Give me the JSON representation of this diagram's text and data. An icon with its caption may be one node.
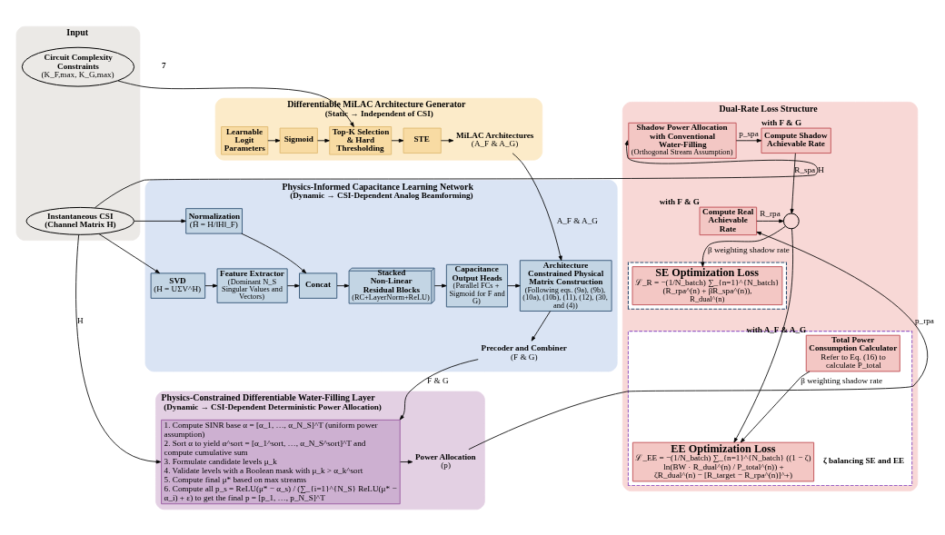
{
  "diagram": {
    "nodes": [
      {
        "text": [
          "Input"
        ]
      },
      {
        "text": [
          "Circuit Complexity Constraints",
          "(K_F,max, K_G,max)"
        ],
        "in": 0
      },
      {
        "text": [
          "Instantaneous CSI (Channel Matrix H)"
        ],
        "in": 0
      },
      {
        "text": [
          "Differentiable MiLAC Architecture Generator",
          "(Static → Independent of CSI)"
        ]
      },
      {
        "text": [
          "Learnable Logit Parameters"
        ],
        "in": 3
      },
      {
        "text": [
          "Sigmoid"
        ],
        "in": 3
      },
      {
        "text": [
          "Top-K Selection & Hard Thresholding"
        ],
        "in": 3
      },
      {
        "text": [
          "STE"
        ],
        "in": 3
      },
      {
        "text": [
          "MiLAC Architectures",
          "(A_F & A_G)"
        ],
        "in": 3
      },
      {
        "text": [
          "Physics-Informed Capacitance Learning Network",
          "(Dynamic → CSI-Dependent Analog Beamforming)"
        ]
      },
      {
        "text": [
          "Normalization",
          "(H̄ = H/‖H‖_F)"
        ],
        "in": 9
      },
      {
        "text": [
          "SVD",
          "(H = UΣV^H)"
        ],
        "in": 9
      },
      {
        "text": [
          "Feature Extractor",
          "(Dominant N_S Singular Values and Vectors)"
        ],
        "in": 9
      },
      {
        "text": [
          "Concat"
        ],
        "in": 9
      },
      {
        "text": [
          "Stacked Non-Linear Residual Blocks",
          "(RC+LayerNorm+ReLU)"
        ],
        "in": 9
      },
      {
        "text": [
          "Capacitance Output Heads",
          "(Parallel FCs + Sigmoid for F and G)"
        ],
        "in": 9
      },
      {
        "text": [
          "Architecture Constrained Physical Matrix Construction",
          "(Following eqs. (9a), (9b), (10a), (10b), (11), (12), (30, and (4))"
        ],
        "in": 9
      },
      {
        "text": [
          "Precoder and Combiner",
          "(F & G)"
        ],
        "in": 9
      },
      {
        "text": [
          "Physics-Constrained Differentiable Water-Filling Layer",
          "(Dynamic → CSI-Dependent Deterministic Power Allocation)"
        ]
      },
      {
        "text": [
          "1. Compute SINR base α = [α_1, …, α_N_S]^T (uniform power assumption)",
          "2. Sort α to yield α^sort = [α_1^sort, …, α_N_S^sort]^T and compute cumulative sum",
          "3. Formulate candidate levels μ_k",
          "4. Validate levels with a Boolean mask with μ_k > α_k^sort",
          "5. Compute final μ* based on max streams",
          "6. Compute all p_s = ReLU(μ* − α_s) / (∑_{i=1}^{N_S} ReLU(μ* − α_i) + ε) to get the final p = [p_1, …, p_N_S]^T"
        ],
        "in": 18
      },
      {
        "text": [
          "Power Allocation",
          "(p)"
        ],
        "in": 18
      },
      {
        "text": [
          "Dual-Rate Loss Structure"
        ]
      },
      {
        "text": [
          "Shadow Power Allocation with Conventional Water-Filling",
          "(Orthogonal Stream Assumption)"
        ],
        "in": 21
      },
      {
        "text": [
          "Compute Shadow Achievable Rate"
        ],
        "beside": [
          "with F & G"
        ],
        "in": 21
      },
      {
        "text": [
          "Compute Real Achievable Rate"
        ],
        "beside": [
          "with F & G"
        ],
        "in": 21
      },
      {
        "text": [],
        "shape": "circle",
        "in": 21
      },
      {
        "text": [],
        "shape": "box",
        "in": 21
      },
      {
        "text": [
          "SE Optimization Loss",
          "ℒ_R = −(1/N_batch) ∑_{n=1}^{N_batch} (R_rpa^(n) + βR_spa^(n)),",
          "R_dual^(n)"
        ],
        "in": 26
      },
      {
        "text": [],
        "shape": "box",
        "in": 21
      },
      {
        "text": [
          "Total Power Consumption Calculator",
          "Refer to Eq. (16) to calculate P_total"
        ],
        "beside": [
          "with A_F & A_G"
        ],
        "in": 28
      },
      {
        "text": [
          "EE Optimization Loss",
          "ℒ_EE = −(1/N_batch) ∑_{n=1}^{N_batch} ((1 − ζ) ln(BW · R_dual^(n) / P_total^(n)) + ζR_dual^(n) − [R_target − R_rpa^(n)]^+)"
        ],
        "in": 28
      }
    ],
    "edges": [
      {
        "from": 4,
        "to": 5,
        "arrow": "to"
      },
      {
        "from": 5,
        "to": 6,
        "arrow": "to"
      },
      {
        "from": 6,
        "to": 7,
        "arrow": "to"
      },
      {
        "from": 7,
        "to": 8,
        "arrow": "to"
      },
      {
        "from": 1,
        "to": 6,
        "arrow": "to"
      },
      {
        "from": 8,
        "to": 16,
        "arrow": "to",
        "label": "A_F & A_G"
      },
      {
        "from": 2,
        "to": 10,
        "arrow": "to"
      },
      {
        "from": 2,
        "to": 11,
        "arrow": "to"
      },
      {
        "from": 10,
        "to": 13,
        "arrow": "to"
      },
      {
        "from": 11,
        "to": 12,
        "arrow": "to"
      },
      {
        "from": 12,
        "to": 13,
        "arrow": "to"
      },
      {
        "from": 13,
        "to": 14,
        "arrow": "to"
      },
      {
        "from": 14,
        "to": 15,
        "arrow": "to"
      },
      {
        "from": 15,
        "to": 16,
        "arrow": "to"
      },
      {
        "from": 16,
        "to": 17,
        "arrow": "to"
      },
      {
        "from": 2,
        "to": 19,
        "arrow": "to",
        "label": "H"
      },
      {
        "from": 17,
        "to": 19,
        "arrow": "to",
        "label": "F & G"
      },
      {
        "from": 2,
        "to": 22,
        "arrow": "to",
        "label": "H"
      },
      {
        "from": 19,
        "to": 20,
        "arrow": "to"
      },
      {
        "from": 20,
        "to": 24,
        "arrow": "to",
        "label": "p_rpa"
      },
      {
        "from": 22,
        "to": 23,
        "arrow": "to",
        "label": "p_spa"
      },
      {
        "from": 23,
        "to": 25,
        "arrow": "to",
        "label": "R_spa"
      },
      {
        "from": 24,
        "to": 25,
        "arrow": "to",
        "label": "R_rpa"
      },
      {
        "from": 25,
        "to": 27,
        "arrow": "to",
        "label": "β weighting shadow rate"
      },
      {
        "from": 25,
        "to": 30,
        "arrow": "to"
      },
      {
        "from": 29,
        "to": 30,
        "arrow": "to",
        "label": "β weighting shadow rate"
      }
    ],
    "labels": [
      "7",
      "ζ balancing SE and EE"
    ]
  }
}
